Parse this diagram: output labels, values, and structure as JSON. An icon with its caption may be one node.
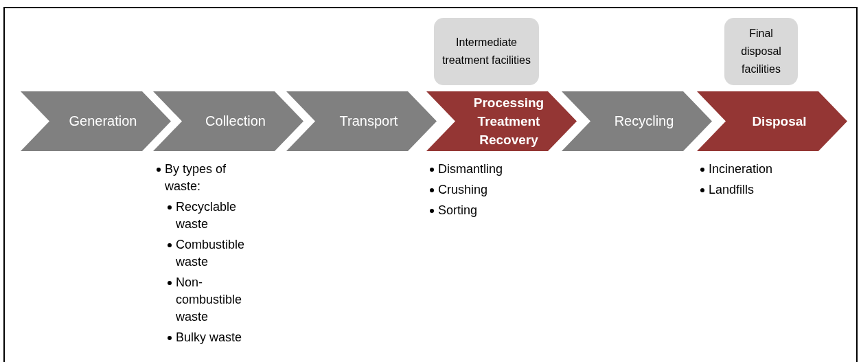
{
  "diagram": {
    "nodes": [
      {
        "text": [
          "Generation"
        ]
      },
      {
        "text": [
          "Collection"
        ],
        "beside": [
          "By types of waste:",
          "Recyclable waste",
          "Combustible waste",
          "Non-combustible waste",
          "Bulky waste"
        ]
      },
      {
        "text": [
          "Transport"
        ]
      },
      {
        "text": [
          "Processing Treatment Recovery"
        ],
        "beside": [
          "Dismantling",
          "Crushing",
          "Sorting"
        ]
      },
      {
        "text": [
          "Recycling"
        ]
      },
      {
        "text": [
          "Disposal"
        ],
        "beside": [
          "Incineration",
          "Landfills"
        ]
      },
      {
        "text": [
          "Intermediate treatment facilities"
        ]
      },
      {
        "text": [
          "Final disposal facilities"
        ]
      }
    ]
  }
}
